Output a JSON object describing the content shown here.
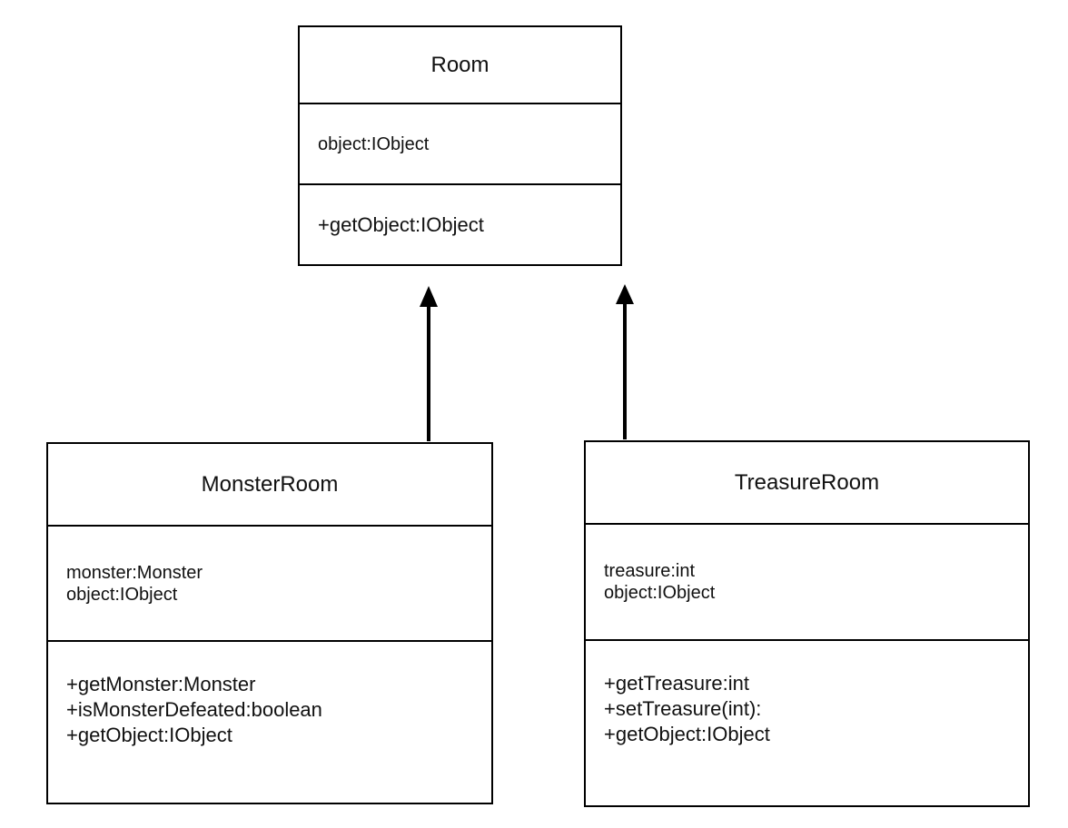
{
  "classes": {
    "room": {
      "name": "Room",
      "attributes": [
        "object:IObject"
      ],
      "methods": [
        "+getObject:IObject"
      ]
    },
    "monster_room": {
      "name": "MonsterRoom",
      "attributes": [
        "monster:Monster",
        "object:IObject"
      ],
      "methods": [
        "+getMonster:Monster",
        "+isMonsterDefeated:boolean",
        "+getObject:IObject"
      ]
    },
    "treasure_room": {
      "name": "TreasureRoom",
      "attributes": [
        "treasure:int",
        "object:IObject"
      ],
      "methods": [
        "+getTreasure:int",
        "+setTreasure(int):",
        "+getObject:IObject"
      ]
    }
  },
  "relationships": [
    {
      "from": "MonsterRoom",
      "to": "Room",
      "type": "inheritance"
    },
    {
      "from": "TreasureRoom",
      "to": "Room",
      "type": "inheritance"
    }
  ],
  "colors": {
    "stroke": "#000000",
    "background": "#ffffff",
    "text": "#111111"
  }
}
